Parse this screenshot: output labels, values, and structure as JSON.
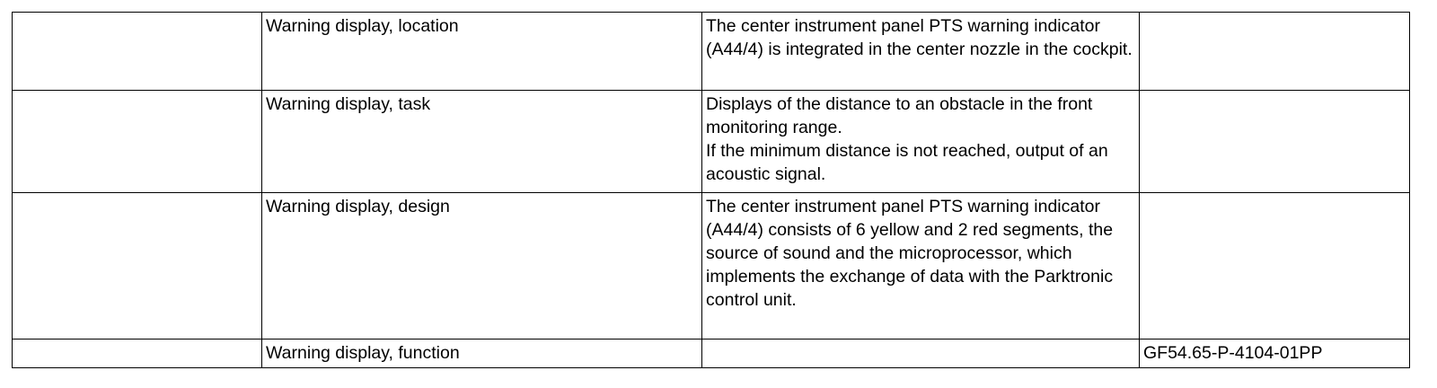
{
  "rows": [
    {
      "col1": "",
      "label": "Warning display, location",
      "description": [
        "The center instrument panel PTS warning indicator (A44/4) is integrated in the center nozzle in the cockpit."
      ],
      "reference": ""
    },
    {
      "col1": "",
      "label": "Warning display, task",
      "description": [
        "Displays of the distance to an obstacle in the front monitoring range.",
        "If the minimum distance is not reached, output of an acoustic signal."
      ],
      "reference": ""
    },
    {
      "col1": "",
      "label": "Warning display, design",
      "description": [
        "The center instrument panel PTS warning indicator (A44/4) consists of 6 yellow and 2 red segments, the source of sound and the microprocessor, which implements the exchange of data with the Parktronic control unit."
      ],
      "reference": ""
    },
    {
      "col1": "",
      "label": "Warning display, function",
      "description": [
        ""
      ],
      "reference": "GF54.65-P-4104-01PP"
    }
  ]
}
